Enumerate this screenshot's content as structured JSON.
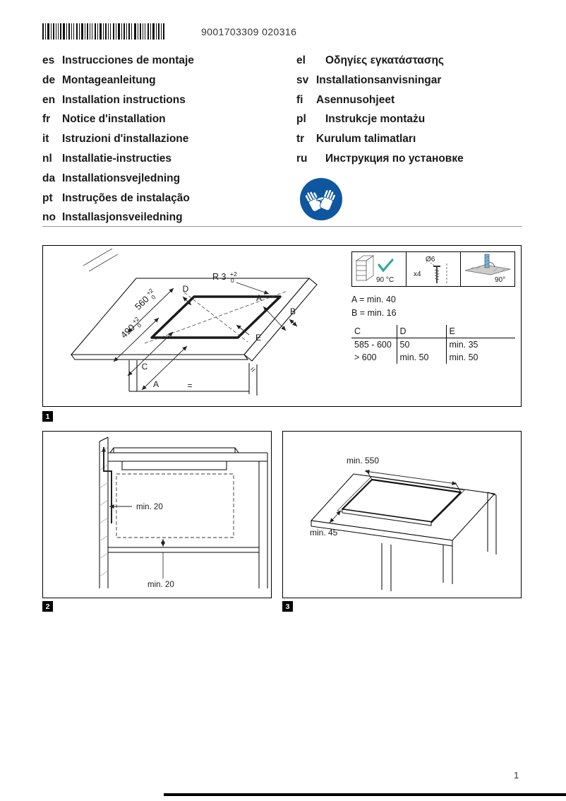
{
  "header": {
    "barcode_number": "9001703309 020316"
  },
  "languages": {
    "left": [
      {
        "code": "es",
        "label": "Instrucciones de montaje"
      },
      {
        "code": "de",
        "label": "Montageanleitung"
      },
      {
        "code": "en",
        "label": "Installation instructions"
      },
      {
        "code": "fr",
        "label": "Notice d'installation"
      },
      {
        "code": "it",
        "label": "Istruzioni d'installazione"
      },
      {
        "code": "nl",
        "label": "Installatie-instructies"
      },
      {
        "code": "da",
        "label": "Installationsvejledning"
      },
      {
        "code": "pt",
        "label": "Instruções de instalação"
      },
      {
        "code": "no",
        "label": "Installasjonsveiledning"
      }
    ],
    "right": [
      {
        "code": "el",
        "label": "Οδηγίες εγκατάστασης"
      },
      {
        "code": "sv",
        "label": "Installationsanvisningar"
      },
      {
        "code": "fi",
        "label": "Asennusohjeet"
      },
      {
        "code": "pl",
        "label": "Instrukcje montażu"
      },
      {
        "code": "tr",
        "label": "Kurulum talimatları"
      },
      {
        "code": "ru",
        "label": "Инструкция по установке"
      }
    ]
  },
  "figure1": {
    "badge": "1",
    "drawing": {
      "dim_560": "560",
      "dim_560_tol_up": "+2",
      "dim_560_tol_dn": "0",
      "dim_490": "490",
      "dim_490_tol_up": "+2",
      "dim_490_tol_dn": "0",
      "radius": "R 3",
      "radius_tol_up": "+2",
      "radius_tol_dn": "0",
      "label_d": "D",
      "label_a_top": "A",
      "label_b": "B",
      "label_e": "E",
      "label_c": "C",
      "label_a_bottom": "A",
      "equals_right": "=",
      "equals_bottom": "="
    },
    "info": {
      "temp": "90 °C",
      "diameter": "Ø6",
      "screw_count": "x4",
      "angle": "90°",
      "min_a": "A = min. 40",
      "min_b": "B = min. 16",
      "table": {
        "headers": [
          "C",
          "D",
          "E"
        ],
        "rows": [
          [
            "585 - 600",
            "50",
            "min. 35"
          ],
          [
            "> 600",
            "min. 50",
            "min. 50"
          ]
        ]
      }
    }
  },
  "figure2": {
    "badge": "2",
    "dim_side": "min. 20",
    "dim_bottom": "min. 20"
  },
  "figure3": {
    "badge": "3",
    "dim_width": "min. 550",
    "dim_front": "min. 45"
  },
  "footer": {
    "page_number": "1"
  }
}
